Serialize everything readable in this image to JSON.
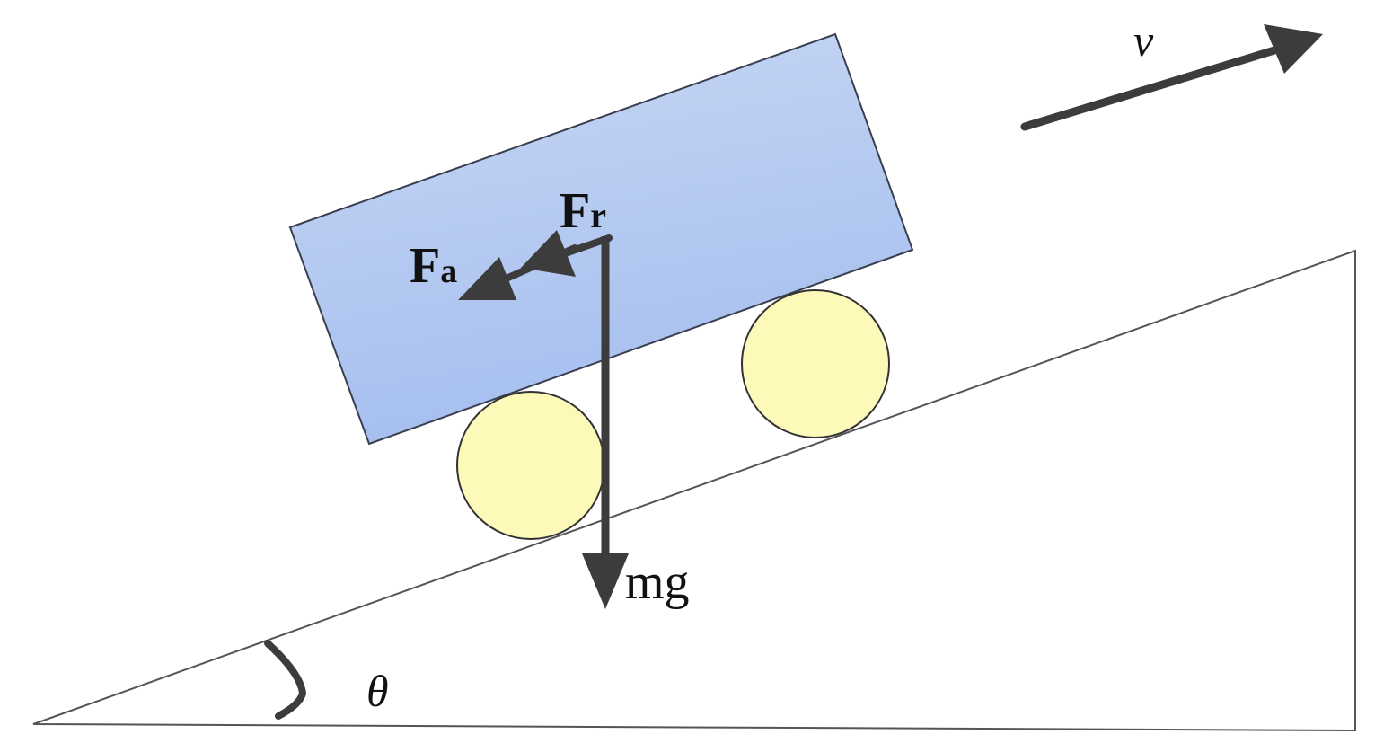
{
  "labels": {
    "velocity": "v",
    "air_resistance": "F",
    "air_resistance_sub": "a",
    "rolling_resistance": "F",
    "rolling_resistance_sub": "r",
    "gravity": "mg",
    "slope_angle": "θ"
  },
  "colors": {
    "vehicle_body_top": "#c7d7f4",
    "vehicle_body_bottom": "#a6bfef",
    "vehicle_outline": "#3a3f4f",
    "wheel_fill": "#fdf9b9",
    "wheel_outline": "#333333",
    "arrow": "#3c3c3c",
    "incline_outline": "#555555"
  }
}
